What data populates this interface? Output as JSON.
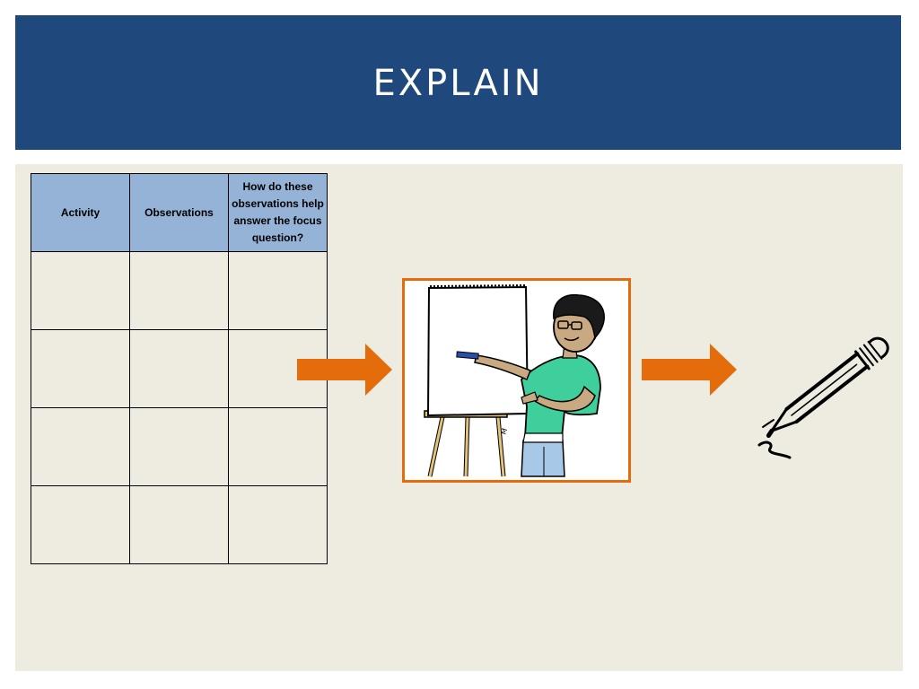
{
  "slide": {
    "title": "EXPLAIN"
  },
  "table": {
    "headers": [
      "Activity",
      "Observations",
      "How do these observations help answer the focus question?"
    ],
    "rows": [
      [
        "",
        "",
        ""
      ],
      [
        "",
        "",
        ""
      ],
      [
        "",
        "",
        ""
      ],
      [
        "",
        "",
        ""
      ]
    ]
  },
  "colors": {
    "title_bar": "#1f497d",
    "content_bg": "#eeebe0",
    "table_header": "#95b3d7",
    "arrow": "#e46c0a",
    "shirt": "#3ecf9c"
  },
  "icons": [
    "right-arrow-icon",
    "presenter-illustration",
    "pencil-icon"
  ]
}
